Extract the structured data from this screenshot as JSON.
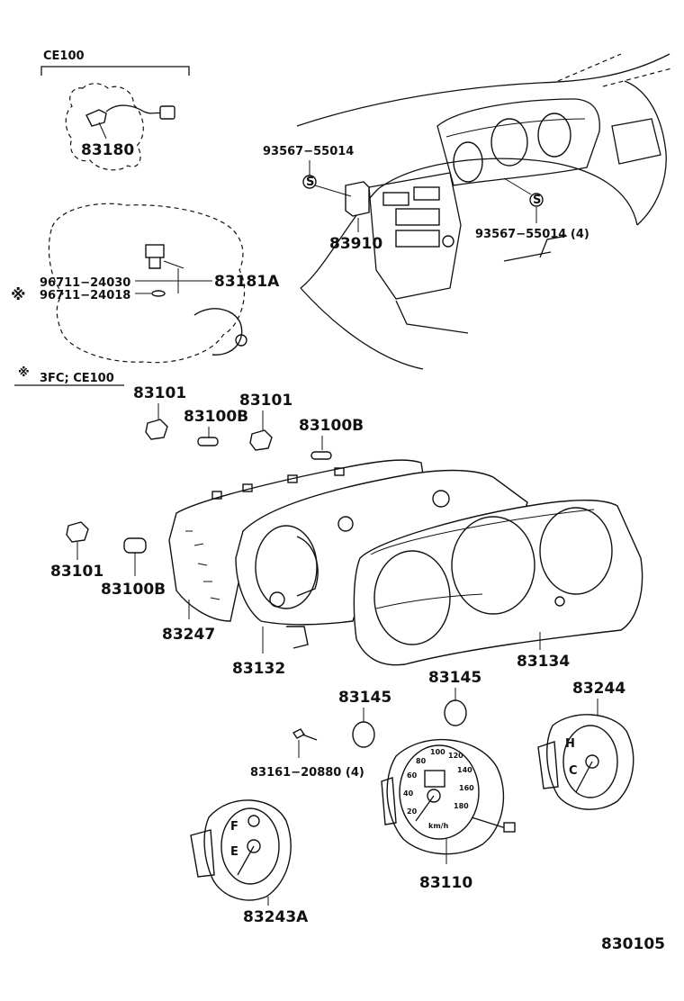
{
  "header": {
    "note_ce": "CE100",
    "note_mark": "※",
    "note_3fc": "3FC; CE100"
  },
  "labels": {
    "p83180": "83180",
    "p93567a": "93567−55014",
    "p93567b": "93567−55014 (4)",
    "p83910": "83910",
    "p96711a": "96711−24030",
    "p96711b": "96711−24018",
    "p83181a": "83181A",
    "p83101a": "83101",
    "p83101b": "83101",
    "p83101c": "83101",
    "p83100b_a": "83100B",
    "p83100b_b": "83100B",
    "p83100b_c": "83100B",
    "p83247": "83247",
    "p83132": "83132",
    "p83134": "83134",
    "p83145a": "83145",
    "p83145b": "83145",
    "p83244": "83244",
    "p83161": "83161−20880 (4)",
    "p83110": "83110",
    "p83243a": "83243A",
    "figure_number": "830105",
    "s_mark_a": "S",
    "s_mark_b": "S"
  },
  "gauge_text": {
    "speed_20": "20",
    "speed_40": "40",
    "speed_60": "60",
    "speed_80": "80",
    "speed_100": "100",
    "speed_120": "120",
    "speed_140": "140",
    "speed_160": "160",
    "speed_180": "180",
    "speed_unit": "km/h",
    "fuel_f": "F",
    "fuel_e": "E",
    "temp_h": "H",
    "temp_c": "C"
  }
}
